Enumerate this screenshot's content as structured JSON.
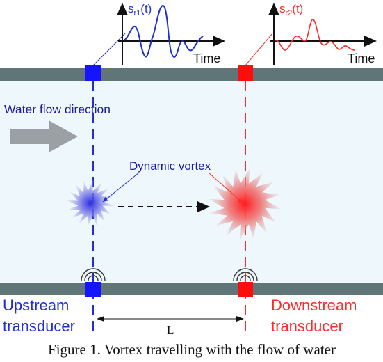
{
  "signal1": {
    "label_main": "s",
    "label_sub": "r1",
    "label_tail": "(t)",
    "axis_label": "Time",
    "color": "#1f2fd6"
  },
  "signal2": {
    "label_main": "s",
    "label_sub": "r2",
    "label_tail": "(t)",
    "axis_label": "Time",
    "color": "#ff2a2a"
  },
  "flow_label": "Water flow direction",
  "vortex_label": "Dynamic vortex",
  "upstream": {
    "line1": "Upstream",
    "line2": "transducer",
    "color": "#1f2fd6"
  },
  "downstream": {
    "line1": "Downstream",
    "line2": "transducer",
    "color": "#ff2a2a"
  },
  "distance_label": "L",
  "caption": "Figure 1. Vortex travelling with the flow of water",
  "colors": {
    "pipe_wall": "#5f7577",
    "water": "#eef7fb",
    "arrow": "#9aa0a3"
  }
}
